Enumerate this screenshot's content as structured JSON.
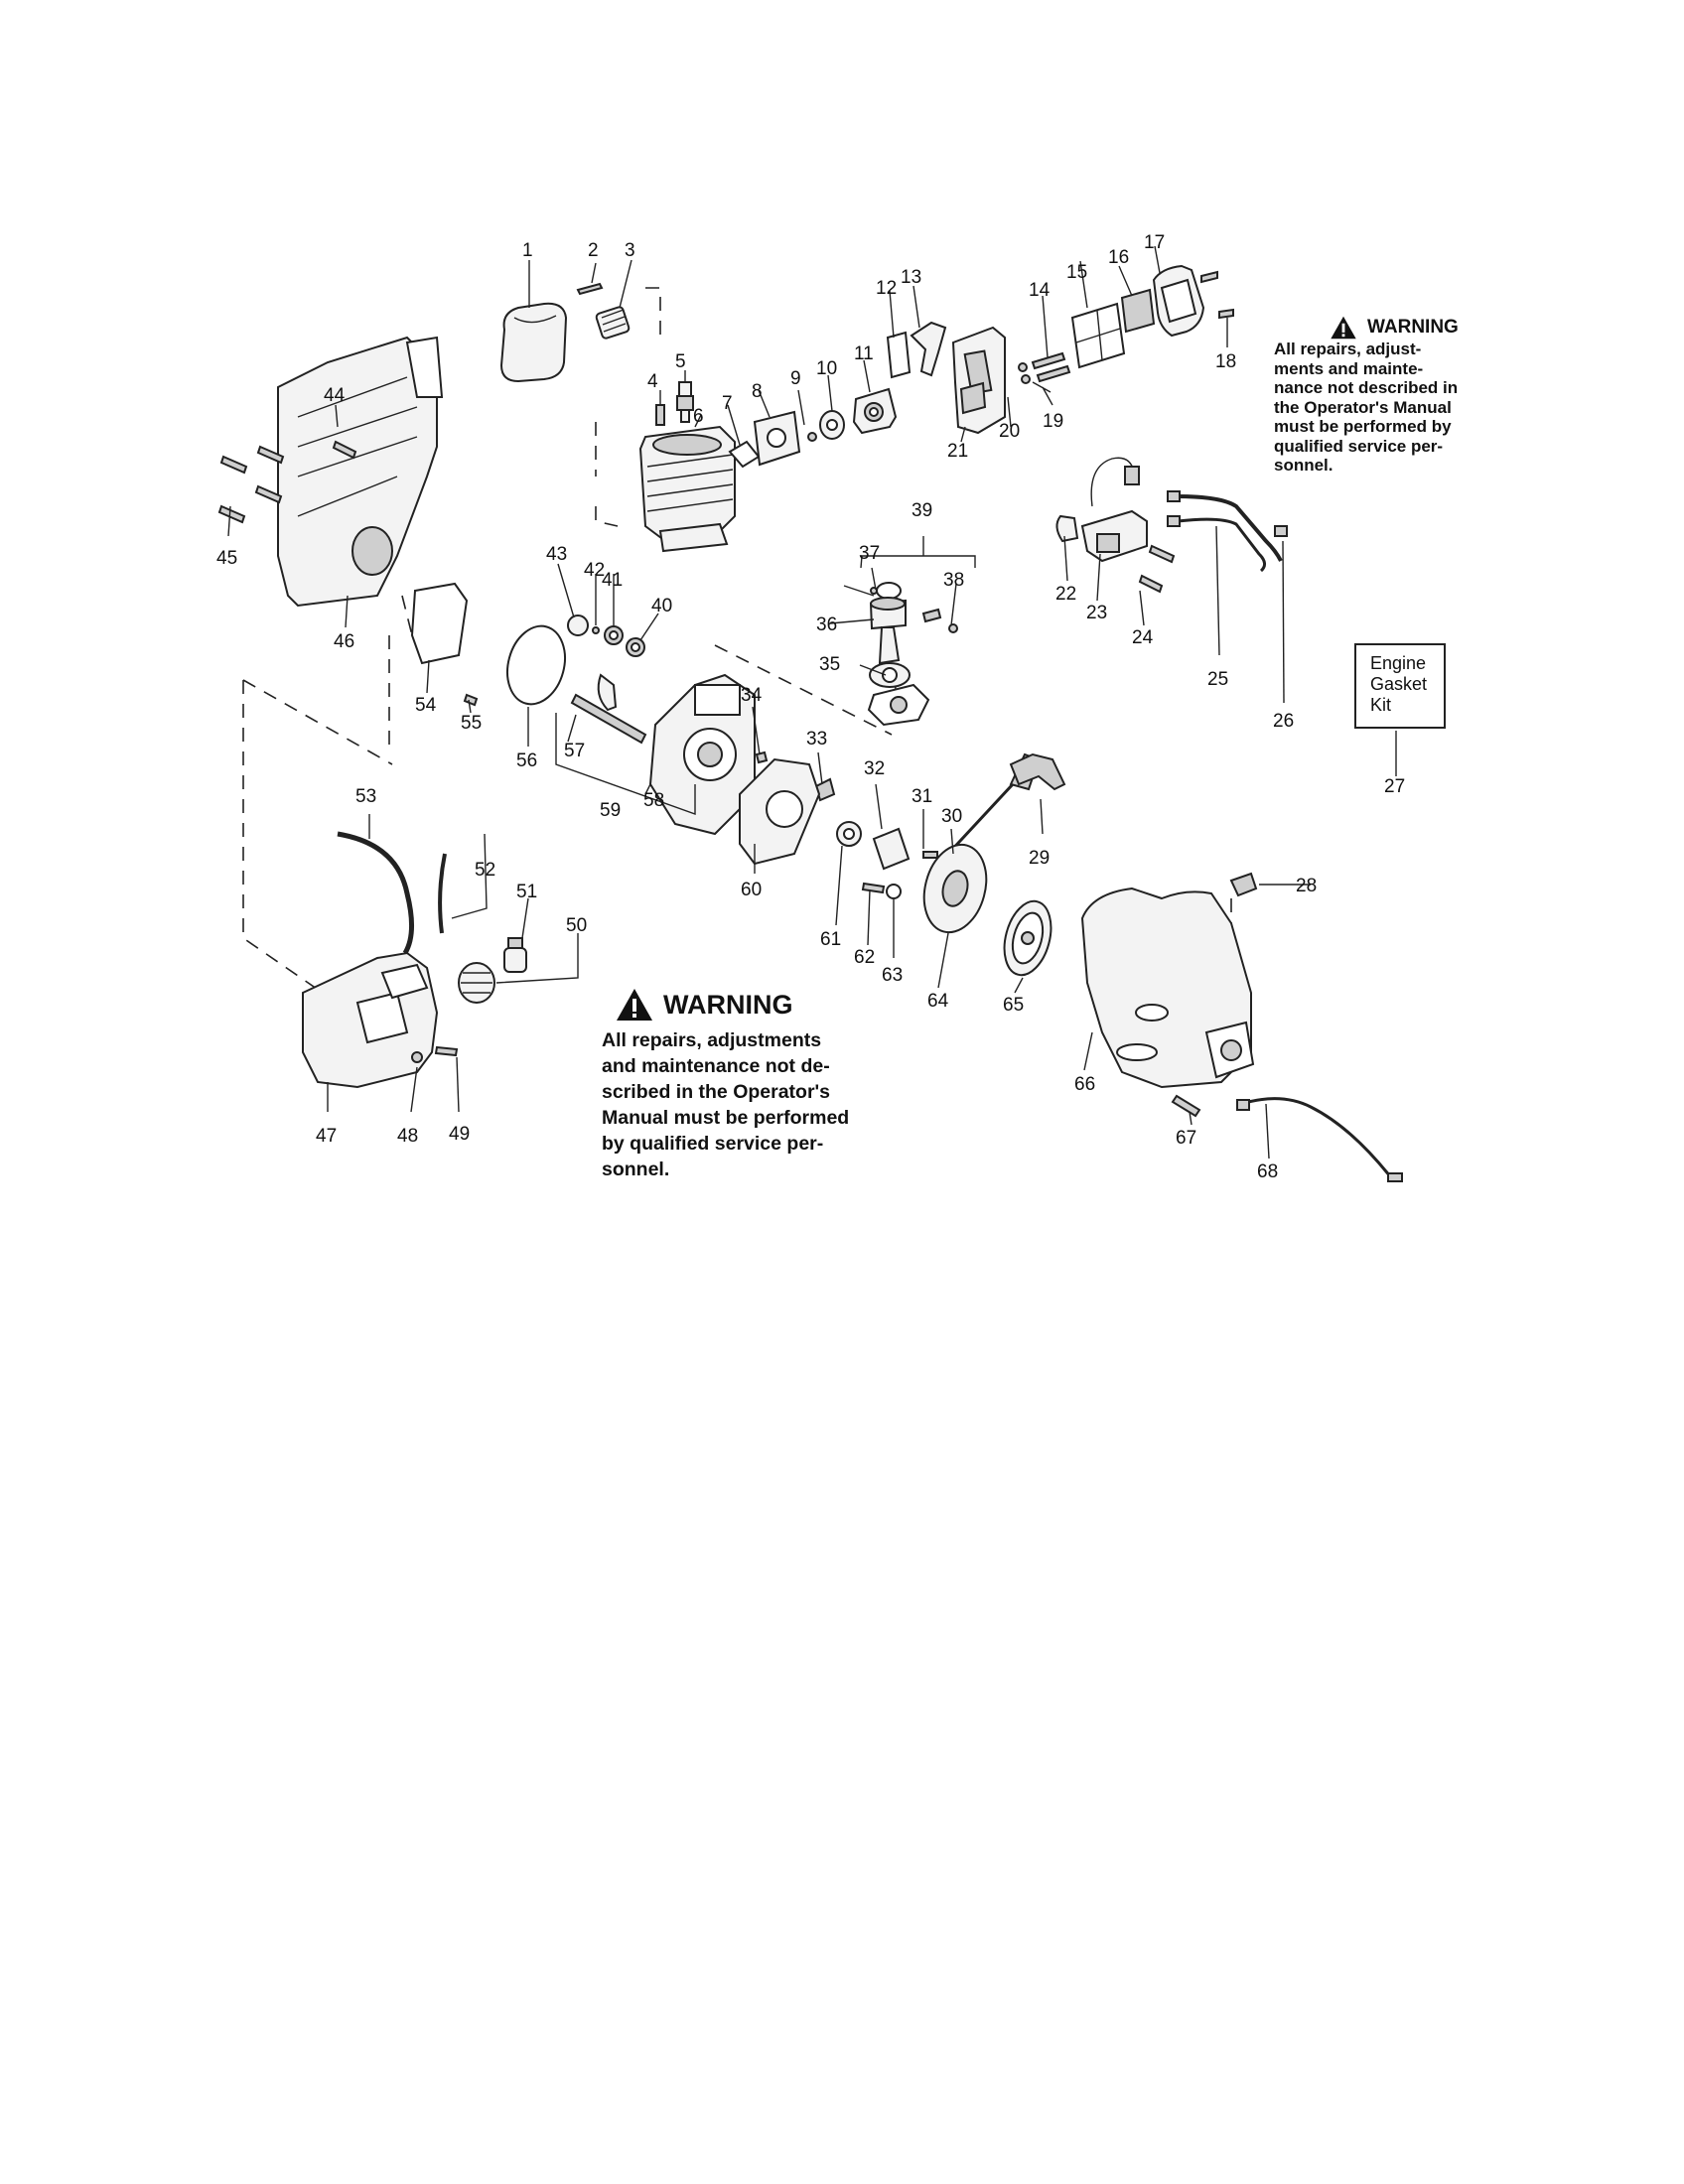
{
  "warning_main": {
    "title": "WARNING",
    "lines": [
      "All repairs, adjustments",
      "and maintenance not de-",
      "scribed in the Operator's",
      "Manual must be performed",
      "by qualified service per-",
      "sonnel."
    ]
  },
  "warning_side": {
    "title": "WARNING",
    "lines": [
      "All repairs, adjust-",
      "ments and mainte-",
      "nance not described in",
      "the Operator's Manual",
      "must be performed by",
      "qualified service per-",
      "sonnel."
    ]
  },
  "kit_box": {
    "lines": [
      "Engine",
      "Gasket",
      "Kit"
    ]
  },
  "callouts": [
    "1",
    "2",
    "3",
    "4",
    "5",
    "6",
    "7",
    "8",
    "9",
    "10",
    "11",
    "12",
    "13",
    "14",
    "15",
    "16",
    "17",
    "18",
    "19",
    "20",
    "21",
    "22",
    "23",
    "24",
    "25",
    "26",
    "27",
    "28",
    "29",
    "30",
    "31",
    "32",
    "33",
    "34",
    "35",
    "36",
    "37",
    "38",
    "39",
    "40",
    "41",
    "42",
    "43",
    "44",
    "45",
    "46",
    "47",
    "48",
    "49",
    "50",
    "51",
    "52",
    "53",
    "54",
    "55",
    "56",
    "57",
    "58",
    "59",
    "60",
    "61",
    "62",
    "63",
    "64",
    "65",
    "66",
    "67",
    "68"
  ]
}
